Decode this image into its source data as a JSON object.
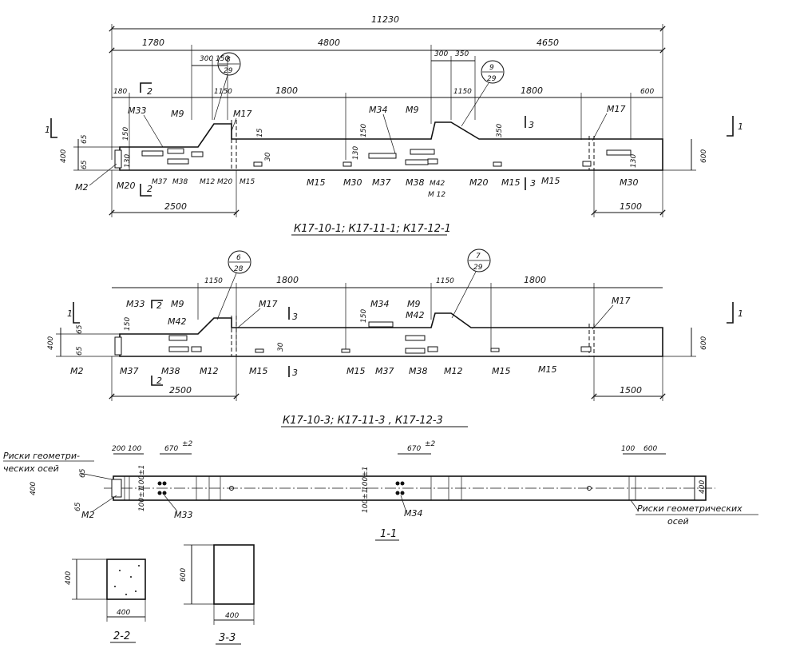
{
  "colors": {
    "ink": "#111111",
    "paper": "#ffffff"
  },
  "view1": {
    "title": "К17-10-1; К17-11-1; К17-12-1",
    "dim_total": "11230",
    "dim_1780": "1780",
    "dim_4800": "4800",
    "dim_4650": "4650",
    "d300a": "300",
    "d150a": "150",
    "d300b": "300",
    "d350": "350",
    "d180": "180",
    "d1150a": "1150",
    "d1800a": "1800",
    "d1150b": "1150",
    "d1800b": "1800",
    "d600": "600",
    "d65a": "65",
    "d65b": "65",
    "d400": "400",
    "d600h": "600",
    "d150v": "150",
    "d150v2": "150",
    "d350v": "350",
    "d130v": "130",
    "d130v2": "130",
    "d130v3": "130",
    "d30": "30",
    "d15": "15",
    "d2500": "2500",
    "d1500": "1500",
    "node_a_top": "8",
    "node_a_bot": "29",
    "node_b_top": "9",
    "node_b_bot": "29",
    "sec1": "1",
    "sec2": "2",
    "sec3": "3",
    "labels": {
      "M33": "M33",
      "M9a": "M9",
      "M17a": "M17",
      "M34": "M34",
      "M9b": "M9",
      "M17b": "M17",
      "M2": "M2",
      "M20a": "M20",
      "M37a": "M37",
      "M38a": "M38",
      "M12a": "M12",
      "M20b": "M20",
      "M15a": "M15",
      "M15b": "M15",
      "M30a": "M30",
      "M37b": "M37",
      "M38b": "M38",
      "M42": "M42",
      "M12b": "M 12",
      "M20c": "M20",
      "M15c": "M15",
      "M15d": "M15",
      "M30b": "M30"
    }
  },
  "view2": {
    "title": "К17-10-3; К17-11-3 , К17-12-3",
    "d1150a": "1150",
    "d1800a": "1800",
    "d1150b": "1150",
    "d1800b": "1800",
    "d65a": "65",
    "d65b": "65",
    "d400": "400",
    "d600": "600",
    "d150v": "150",
    "d150v2": "150",
    "d30": "30",
    "d2500": "2500",
    "d1500": "1500",
    "node_a_top": "6",
    "node_a_bot": "28",
    "node_b_top": "7",
    "node_b_bot": "29",
    "sec1": "1",
    "sec2": "2",
    "sec3": "3",
    "labels": {
      "M33": "M33",
      "M9a": "M9",
      "M42a": "M42",
      "M17": "M17",
      "M34": "M34",
      "M9b": "M9",
      "M42b": "M42",
      "M17b": "M17",
      "M2": "M2",
      "M37a": "M37",
      "M38a": "M38",
      "M12a": "M12",
      "M15a": "M15",
      "M15b": "M15",
      "M37b": "M37",
      "M38b": "M38",
      "M12b": "M12",
      "M15c": "M15",
      "M15d": "M15"
    }
  },
  "view3": {
    "title": "1-1",
    "axis_left_line1": "Риски геометри-",
    "axis_left_line2": "ческих осей",
    "axis_right_line1": "Риски геометрических",
    "axis_right_line2": "осей",
    "d200": "200",
    "d100": "100",
    "d670a": "670",
    "tol_a": "±2",
    "d670b": "670",
    "tol_b": "±2",
    "d100b": "100",
    "d600": "600",
    "d400": "400",
    "d65a": "65",
    "d65b": "65",
    "d100v1": "100±1",
    "d100v2": "100±1",
    "d100v3": "100±1",
    "d100v4": "100±1",
    "M2": "M2",
    "M33": "M33",
    "M34": "M34"
  },
  "section22": {
    "title": "2-2",
    "width": "400",
    "height": "400"
  },
  "section33": {
    "title": "3-3",
    "width": "400",
    "height": "600"
  }
}
